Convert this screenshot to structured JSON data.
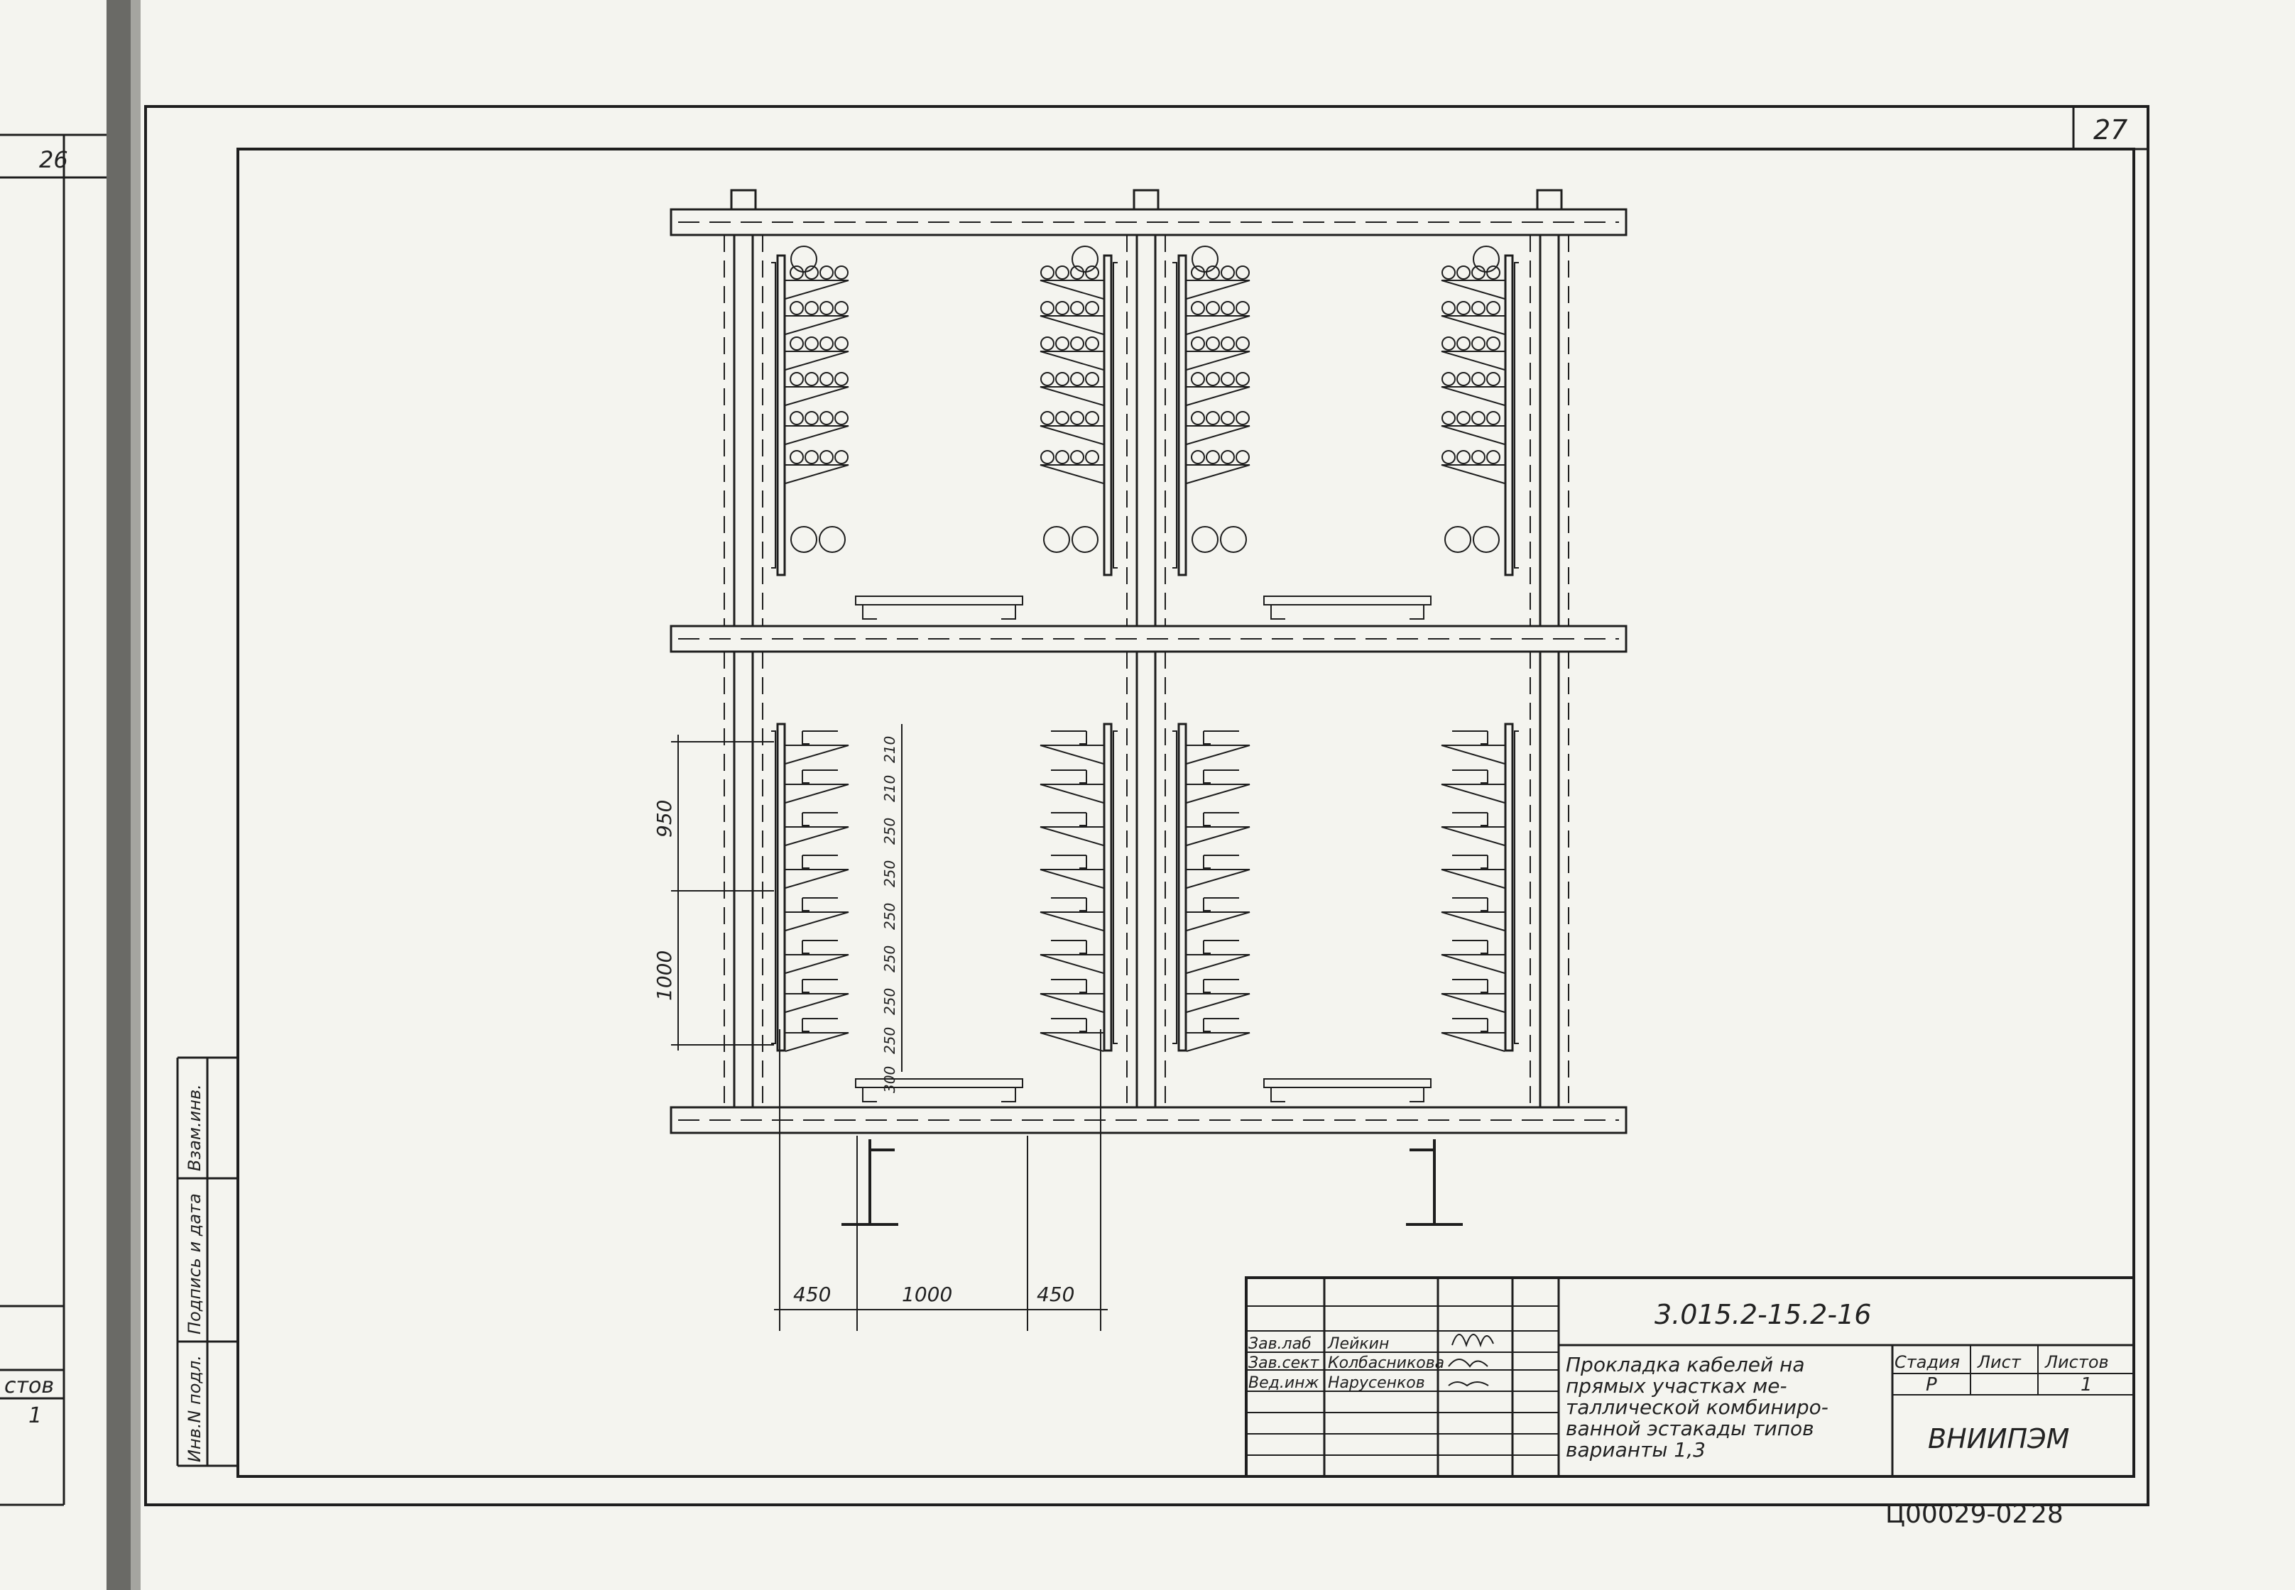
{
  "left_page": {
    "page_number": "26",
    "sheets_label": "стов",
    "sheets_value": "1"
  },
  "sheet": {
    "page_number": "27",
    "bottom_code": "Ц00029-02",
    "bottom_page": "28"
  },
  "side_stamp": {
    "labels": [
      "Инв.N подл.",
      "Подпись и дата",
      "Взам.инв."
    ]
  },
  "dimensions": {
    "horizontal": [
      "450",
      "1000",
      "450"
    ],
    "vertical": [
      "950",
      "1000"
    ],
    "shelf_spacing": [
      "210",
      "210",
      "250",
      "250",
      "250",
      "250",
      "250",
      "250",
      "300"
    ]
  },
  "title_block": {
    "designation": "3.015.2-15.2-16",
    "staff": [
      {
        "role": "Зав.лаб",
        "name": "Лейкин"
      },
      {
        "role": "Зав.сект",
        "name": "Колбасникова"
      },
      {
        "role": "Вед.инж",
        "name": "Нарусенков"
      }
    ],
    "title_lines": [
      "Прокладка кабелей на",
      "прямых участках ме-",
      "таллической комбиниро-",
      "ванной эстакады типов",
      "варианты 1,3"
    ],
    "stage_header": "Стадия",
    "sheet_header": "Лист",
    "sheets_header": "Листов",
    "stage_value": "Р",
    "sheet_value": "",
    "sheets_value": "1",
    "organization": "ВНИИПЭМ"
  }
}
